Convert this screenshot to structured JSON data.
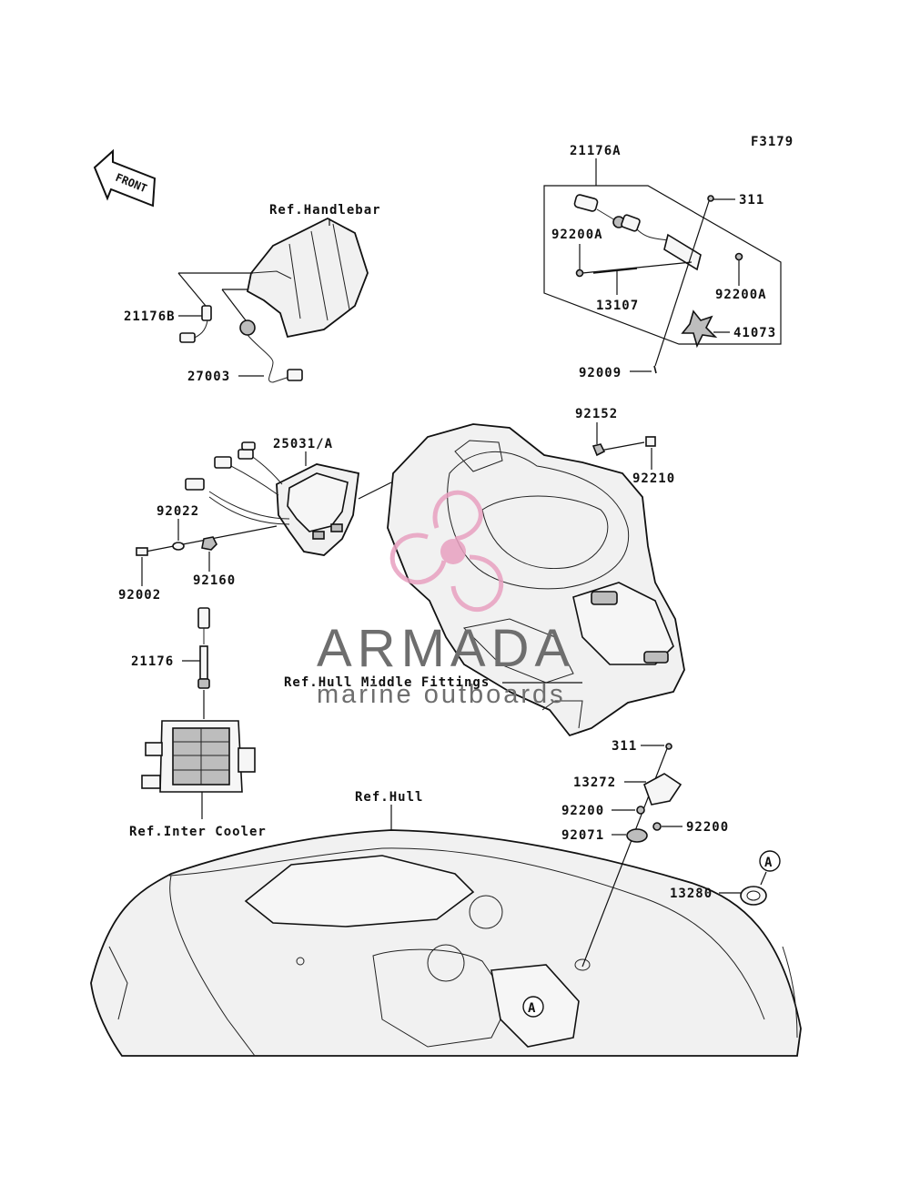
{
  "figure_code": "F3179",
  "front_arrow_label": "FRONT",
  "watermark": {
    "brand": "ARMADA",
    "tagline": "marine outboards",
    "logo_color": "#e8a0c0",
    "text_color": "#6e6e6e"
  },
  "part_labels": {
    "p21176A": "21176A",
    "p311_top": "311",
    "p92200A_left": "92200A",
    "p92200A_right": "92200A",
    "p13107": "13107",
    "p41073": "41073",
    "p92009": "92009",
    "p21176B": "21176B",
    "p27003": "27003",
    "p25031A": "25031/A",
    "p92152": "92152",
    "p92210": "92210",
    "p92022": "92022",
    "p92160": "92160",
    "p92002": "92002",
    "p21176": "21176",
    "p311_bottom": "311",
    "p13272": "13272",
    "p92200_left": "92200",
    "p92200_right": "92200",
    "p92071": "92071",
    "p13280": "13280"
  },
  "reference_labels": {
    "handlebar": "Ref.Handlebar",
    "hull_middle": "Ref.Hull Middle Fittings",
    "hull": "Ref.Hull",
    "inter_cooler": "Ref.Inter Cooler"
  },
  "callout_letters": {
    "a_top": "A",
    "a_bottom": "A"
  }
}
